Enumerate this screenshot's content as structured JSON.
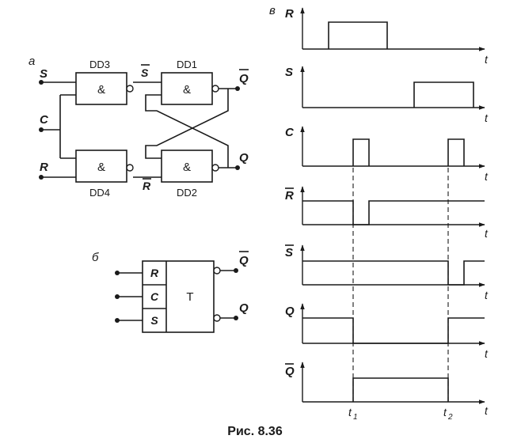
{
  "panel_labels": {
    "a": "а",
    "b": "б",
    "v": "в"
  },
  "circuit": {
    "inputs": {
      "s": "S",
      "c": "C",
      "r": "R"
    },
    "gates": {
      "dd3": {
        "name": "DD3",
        "symbol": "&"
      },
      "dd1": {
        "name": "DD1",
        "symbol": "&"
      },
      "dd4": {
        "name": "DD4",
        "symbol": "&"
      },
      "dd2": {
        "name": "DD2",
        "symbol": "&"
      }
    },
    "signals": {
      "s_bar": "S",
      "r_bar": "R"
    },
    "outputs": {
      "q_bar": "Q",
      "q": "Q"
    }
  },
  "symbol": {
    "inputs": [
      "R",
      "C",
      "S"
    ],
    "center": "T",
    "outputs": {
      "q_bar": "Q",
      "q": "Q"
    }
  },
  "timing": {
    "signals": [
      {
        "label": "R",
        "overbar": false
      },
      {
        "label": "S",
        "overbar": false
      },
      {
        "label": "C",
        "overbar": false
      },
      {
        "label": "R",
        "overbar": true
      },
      {
        "label": "S",
        "overbar": true
      },
      {
        "label": "Q",
        "overbar": false
      },
      {
        "label": "Q",
        "overbar": true
      }
    ],
    "time_axis": "t",
    "markers": {
      "t1": "t",
      "t1_sub": "1",
      "t2": "t",
      "t2_sub": "2"
    }
  },
  "caption": "Рис. 8.36"
}
